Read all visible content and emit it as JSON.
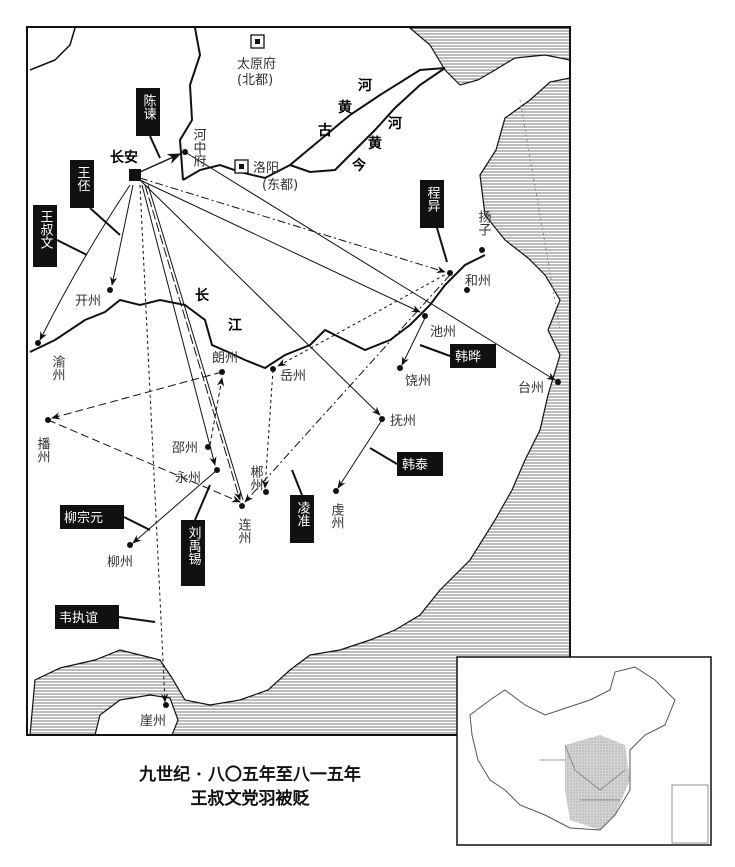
{
  "colors": {
    "ink": "#111111",
    "sea_hatch": "#555555",
    "inset_shade": "#c8c8c8"
  },
  "title": {
    "line1": "九世纪 · 八〇五年至八一五年",
    "line2": "王叔文党羽被贬"
  },
  "capitals": {
    "changan": "长安",
    "taiyuan": "太原府",
    "taiyuan_note": "(北都)",
    "luoyang": "洛阳",
    "luoyang_note": "(东都)"
  },
  "rivers": {
    "old_yellow": [
      "古",
      "黄",
      "河"
    ],
    "new_yellow": [
      "今",
      "黄",
      "河"
    ],
    "yangtze": [
      "长",
      "江"
    ]
  },
  "places": {
    "hezhong": "河中府",
    "yangzi": "扬子",
    "hezhou": "和州",
    "chizhou": "池州",
    "taizhou": "台州",
    "raozhou": "饶州",
    "yuezhou": "岳州",
    "langzhou": "朗州",
    "fuzhou": "抚州",
    "bozhou": "播州",
    "shaozhou": "邵州",
    "yongzhou": "永州",
    "chenzhou": "郴州",
    "qianzhou": "虔州",
    "lianzhou": "连州",
    "liuzhou": "柳州",
    "yazhou": "崖州",
    "kaizhou": "开州",
    "yuzhou": "渝州"
  },
  "exiles": {
    "chen_jian": "陈谏",
    "wang_pi": "王伾",
    "wang_shuwen": "王叔文",
    "cheng_yi": "程异",
    "han_ye": "韩晔",
    "han_tai": "韩泰",
    "ling_zhun": "凌准",
    "liu_yuxi": "刘禹锡",
    "liu_zongyuan": "柳宗元",
    "wei_zhiyi": "韦执谊"
  }
}
